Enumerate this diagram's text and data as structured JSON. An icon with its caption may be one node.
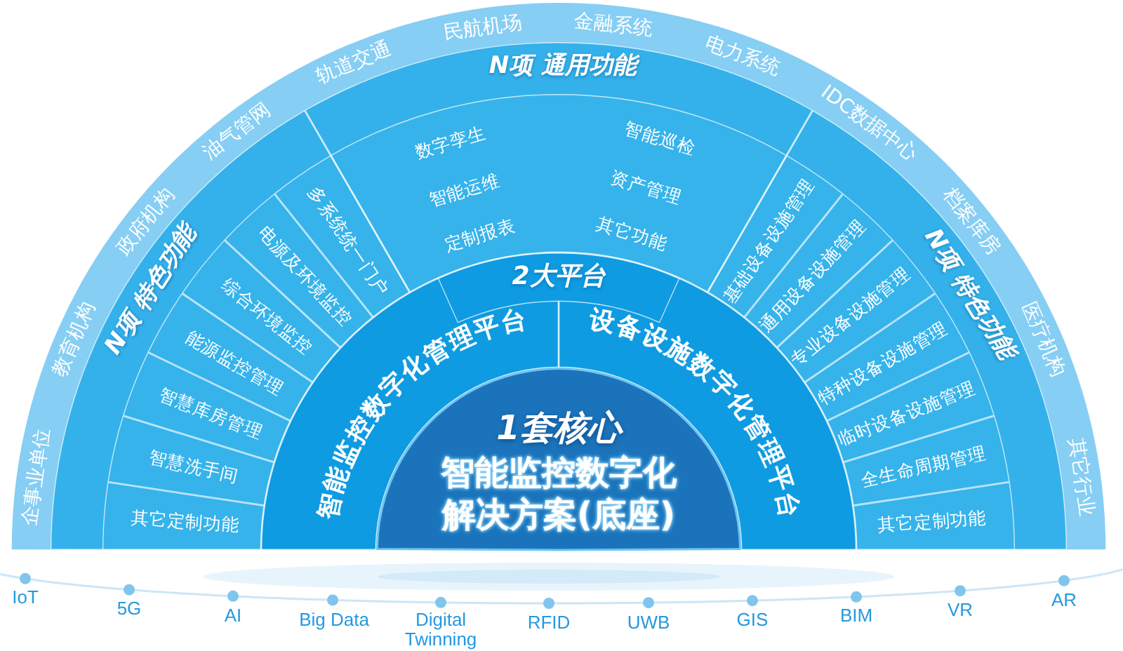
{
  "diagram": {
    "nodes": [
      {
        "text": [
          "企事业单位",
          "教育机构",
          "政府机构",
          "油气管网",
          "轨道交通",
          "民航机场",
          "金融系统",
          "电力系统",
          "IDC数据中心",
          "档案库房",
          "医疗机构",
          "其它行业"
        ]
      },
      {
        "text": [
          "N项 特色功能"
        ],
        "in": 0
      },
      {
        "text": [
          "多系统统一门户"
        ],
        "in": 1
      },
      {
        "text": [
          "电源及环境监控"
        ],
        "in": 1
      },
      {
        "text": [
          "综合环境监控"
        ],
        "in": 1
      },
      {
        "text": [
          "能源监控管理"
        ],
        "in": 1
      },
      {
        "text": [
          "智慧库房管理"
        ],
        "in": 1
      },
      {
        "text": [
          "智慧洗手间"
        ],
        "in": 1
      },
      {
        "text": [
          "其它定制功能"
        ],
        "in": 1
      },
      {
        "text": [
          "N项 通用功能"
        ],
        "in": 0
      },
      {
        "text": [
          "数字孪生",
          "智能巡检",
          "智能运维",
          "资产管理",
          "定制报表",
          "其它功能"
        ],
        "in": 9
      },
      {
        "text": [
          "N项 特色功能"
        ],
        "in": 0
      },
      {
        "text": [
          "基础设备设施管理"
        ],
        "in": 11
      },
      {
        "text": [
          "通用设备设施管理"
        ],
        "in": 11
      },
      {
        "text": [
          "专业设备设施管理"
        ],
        "in": 11
      },
      {
        "text": [
          "特种设备设施管理"
        ],
        "in": 11
      },
      {
        "text": [
          "临时设备设施管理"
        ],
        "in": 11
      },
      {
        "text": [
          "全生命周期管理"
        ],
        "in": 11
      },
      {
        "text": [
          "其它定制功能"
        ],
        "in": 11
      },
      {
        "text": [
          "2大平台"
        ],
        "in": 0
      },
      {
        "text": [
          "智能监控数字化管理平台"
        ],
        "in": 0
      },
      {
        "text": [
          "设备设施数字化管理平台"
        ],
        "in": 0
      },
      {
        "text": [
          "1套核心",
          "智能监控数字化解决方案(底座)"
        ],
        "in": 0
      }
    ],
    "labels": [
      "IoT",
      "5G",
      "AI",
      "Big Data",
      "Digital Twinning",
      "RFID",
      "UWB",
      "GIS",
      "BIM",
      "VR",
      "AR"
    ]
  }
}
